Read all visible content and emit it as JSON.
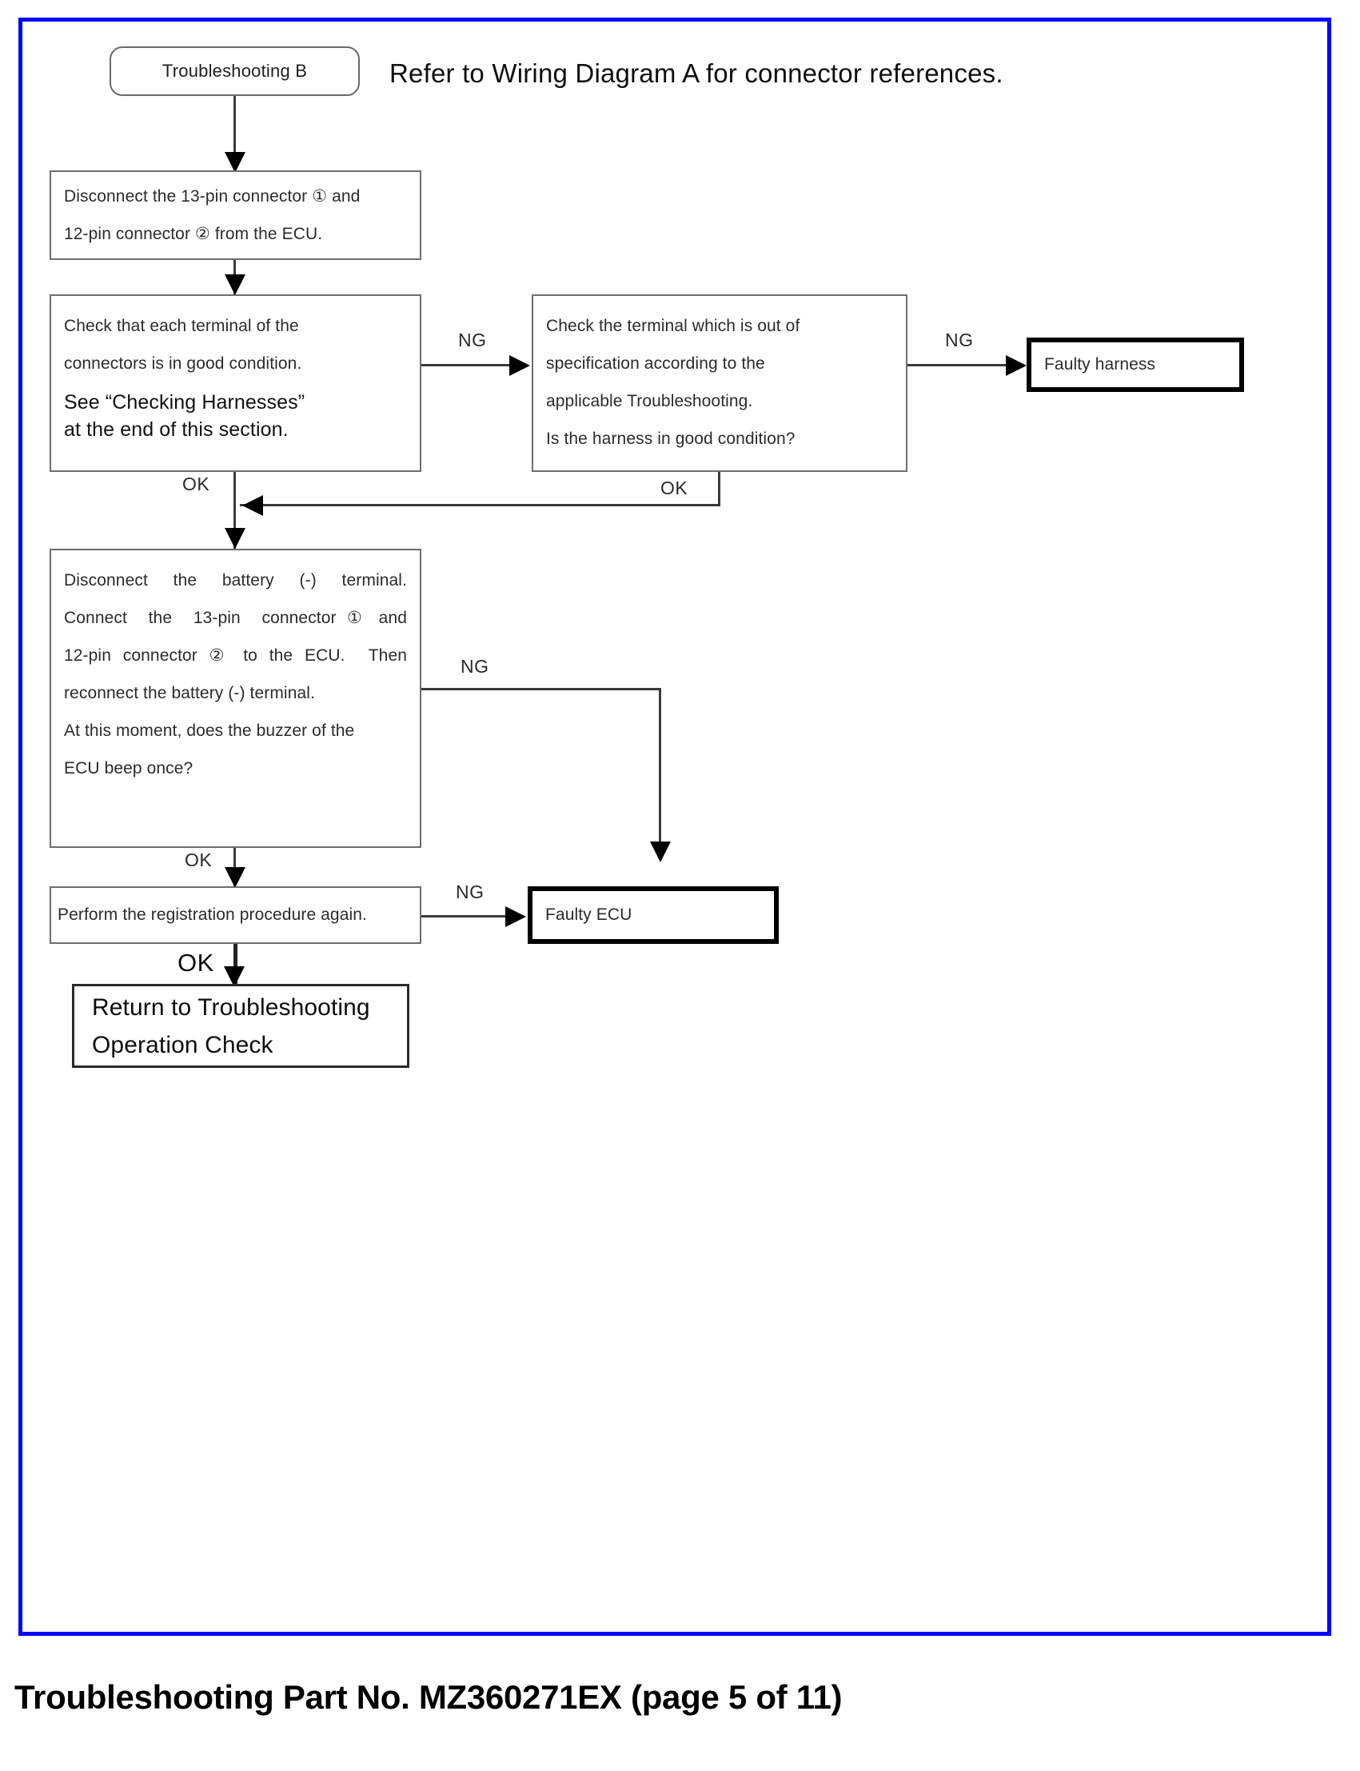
{
  "page": {
    "frame_color": "#0000ff",
    "background": "#ffffff"
  },
  "headline": "Refer to Wiring Diagram A for connector references.",
  "footer": "Troubleshooting Part No. MZ360271EX (page 5 of 11)",
  "flowchart": {
    "type": "flowchart",
    "title": "Troubleshooting B",
    "nodes": {
      "start": {
        "label": "Troubleshooting B",
        "shape": "rounded-terminator"
      },
      "disconnect": {
        "line1": "Disconnect the 13-pin connector ① and",
        "line2": "12-pin connector ② from the ECU."
      },
      "check_terminals": {
        "line1": "Check that each terminal of the",
        "line2": "connectors is in good condition.",
        "note1": "See “Checking Harnesses”",
        "note2": "at the end of this section."
      },
      "check_spec": {
        "line1": "Check the terminal which is out of",
        "line2": "specification according to the",
        "line3": "applicable Troubleshooting.",
        "line4": "Is the harness in good condition?"
      },
      "faulty_harness": {
        "label": "Faulty harness",
        "shape": "thick-box"
      },
      "buzzer": {
        "line1": "Disconnect  the  battery  (-)  terminal.",
        "line2": "Connect  the  13-pin  connector ① and",
        "line3": "12-pin connector ② to the ECU.  Then",
        "line4": "reconnect the battery (-) terminal.",
        "line5": "At this moment, does the buzzer of the",
        "line6": "ECU beep once?"
      },
      "registration": {
        "label": "Perform the registration procedure again."
      },
      "faulty_ecu": {
        "label": "Faulty ECU",
        "shape": "thick-box"
      },
      "return_box": {
        "line1": "Return to Troubleshooting",
        "line2": "Operation Check"
      }
    },
    "edges": {
      "ng_1": "NG",
      "ng_2": "NG",
      "ng_3": "NG",
      "ng_4": "NG",
      "ok_1": "OK",
      "ok_2": "OK",
      "ok_3": "OK",
      "ok_4": "OK"
    }
  }
}
